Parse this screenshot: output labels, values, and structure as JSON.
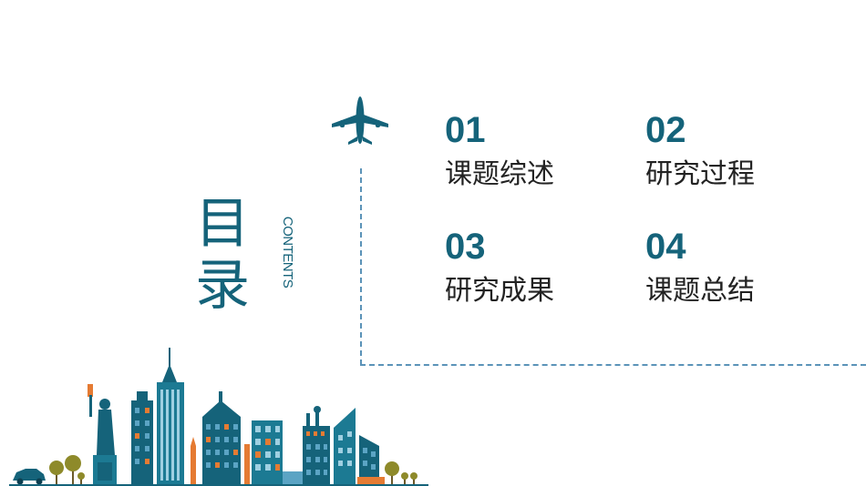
{
  "title": {
    "char1": "目",
    "char2": "录",
    "subtitle": "CONTENTS"
  },
  "items": [
    {
      "num": "01",
      "label": "课题综述"
    },
    {
      "num": "02",
      "label": "研究过程"
    },
    {
      "num": "03",
      "label": "研究成果"
    },
    {
      "num": "04",
      "label": "课题总结"
    }
  ],
  "colors": {
    "primary": "#15637a",
    "dash": "#5b93b8",
    "accent": "#e57b33",
    "tree": "#8e8a2a"
  },
  "icons": [
    "airplane-icon",
    "city-skyline-illustration"
  ]
}
